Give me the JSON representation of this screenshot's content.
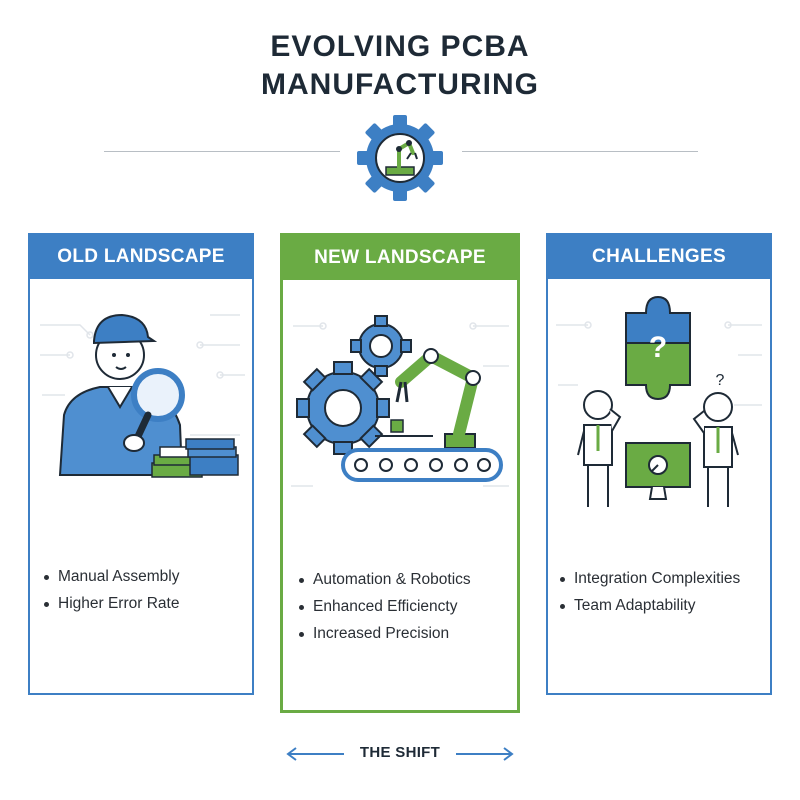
{
  "title": {
    "line1": "EVOLVING PCBA",
    "line2": "MANUFACTURING"
  },
  "colors": {
    "blue": "#3d7fc4",
    "green": "#6aab44",
    "dark": "#1e2a36"
  },
  "panels": {
    "old": {
      "heading": "OLD LANDSCAPE",
      "icon": "worker-with-magnifier-and-pcb-stack",
      "bullets": [
        "Manual Assembly",
        "Higher Error Rate"
      ]
    },
    "new": {
      "heading": "NEW LANDSCAPE",
      "icon": "gears-robot-arm-conveyor",
      "bullets": [
        "Automation & Robotics",
        "Enhanced Efficiencty",
        "Increased Precision"
      ]
    },
    "challenges": {
      "heading": "CHALLENGES",
      "icon": "puzzle-question-two-people-monitor",
      "puzzle_mark": "?",
      "person_mark": "?",
      "bullets": [
        "Integration Complexities",
        "Team Adaptability"
      ]
    }
  },
  "footer": {
    "label": "THE SHIFT",
    "icon": "double-arrow"
  }
}
